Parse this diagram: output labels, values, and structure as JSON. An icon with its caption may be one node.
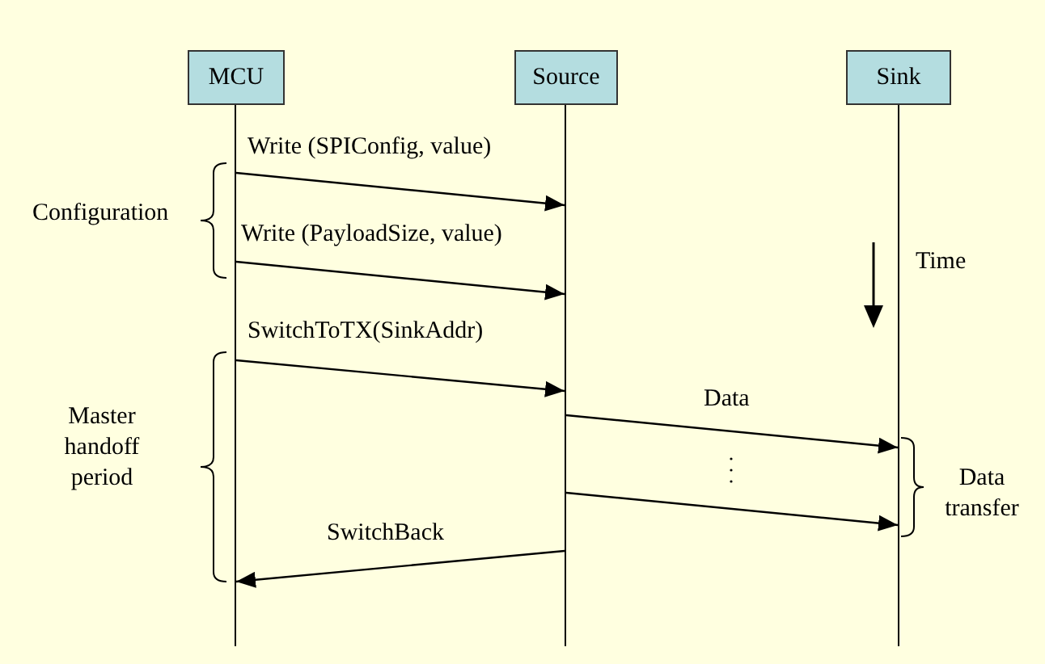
{
  "diagram": {
    "nodes": [
      {
        "text": [
          "MCU"
        ]
      },
      {
        "text": [
          "Source"
        ]
      },
      {
        "text": [
          "Sink"
        ]
      },
      {
        "text": [],
        "shape": "line"
      },
      {
        "text": [],
        "shape": "line"
      },
      {
        "text": [],
        "shape": "line"
      }
    ],
    "edges": [
      {
        "from": 3,
        "to": 4,
        "arrow": "to",
        "label": "Write (SPIConfig, value)"
      },
      {
        "from": 3,
        "to": 4,
        "arrow": "to",
        "label": "Write (PayloadSize, value)"
      },
      {
        "from": 3,
        "to": 4,
        "arrow": "to",
        "label": "SwitchToTX(SinkAddr)"
      },
      {
        "from": 4,
        "to": 5,
        "arrow": "to",
        "label": "Data"
      },
      {
        "from": 4,
        "to": 5,
        "arrow": "to"
      },
      {
        "from": 4,
        "to": 3,
        "arrow": "to",
        "label": "SwitchBack"
      }
    ],
    "labels": [
      "Configuration",
      "Time",
      "Master handoff period",
      "Data transfer"
    ]
  }
}
